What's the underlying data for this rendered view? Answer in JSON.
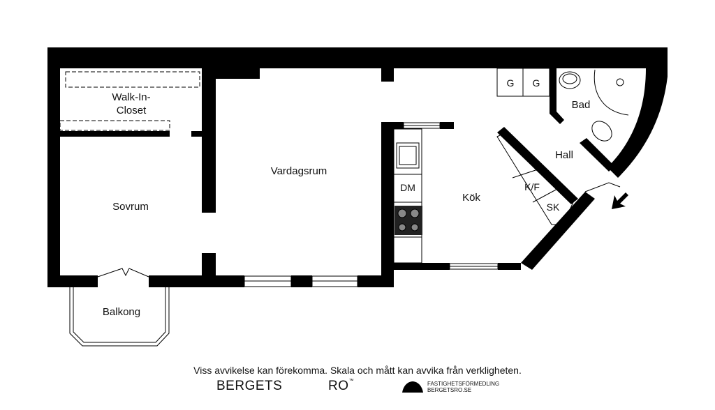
{
  "rooms": {
    "walk_in_closet_line1": "Walk-In-",
    "walk_in_closet_line2": "Closet",
    "sovrum": "Sovrum",
    "vardagsrum": "Vardagsrum",
    "balkong": "Balkong",
    "kok": "Kök",
    "hall": "Hall",
    "bad": "Bad"
  },
  "fixtures": {
    "g1": "G",
    "g2": "G",
    "dm": "DM",
    "kf": "K/F",
    "sk": "SK"
  },
  "footer": {
    "disclaimer": "Viss avvikelse kan förekomma. Skala och mått kan avvika från verkligheten.",
    "brand_left": "BERGETS",
    "brand_mid": "RO",
    "brand_mid_mark": "™",
    "brand_sub_line1": "FASTIGHETSFÖRMEDLING",
    "brand_sub_line2": "BERGETSRO.SE"
  },
  "colors": {
    "wall": "#000000",
    "background": "#ffffff"
  }
}
